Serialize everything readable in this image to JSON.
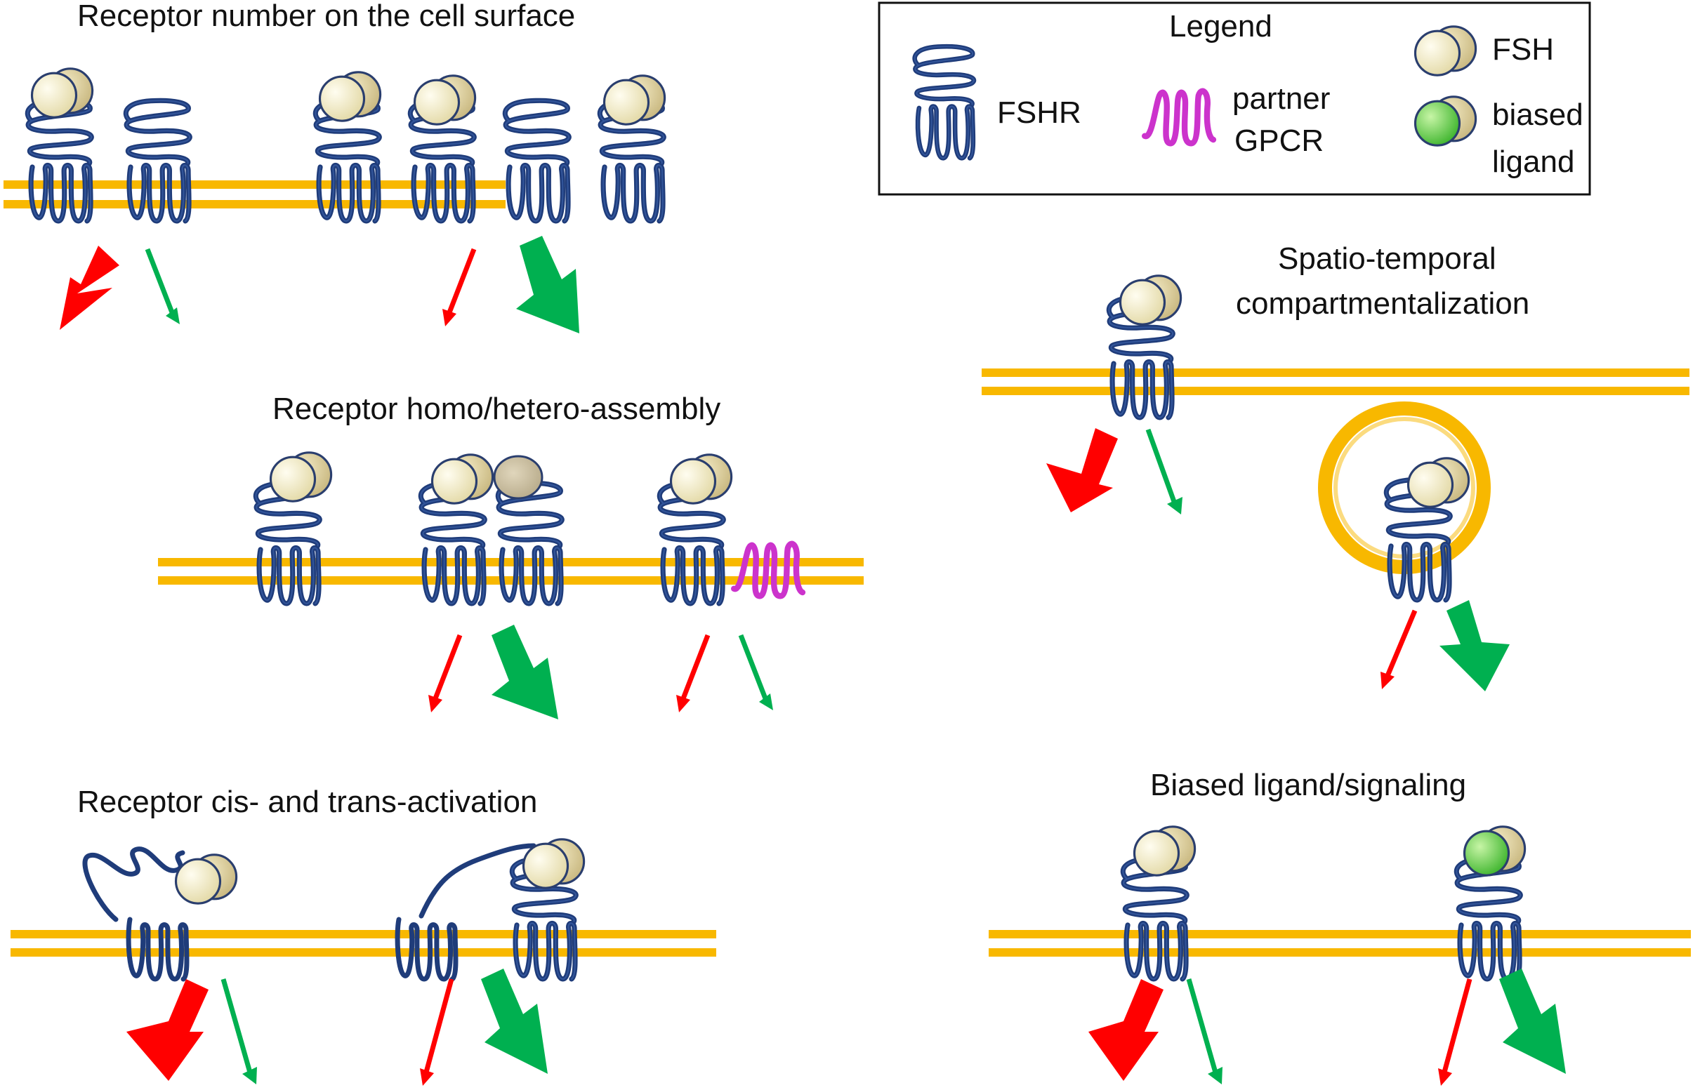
{
  "panels": {
    "receptor_number": {
      "title": "Receptor number on the cell surface"
    },
    "homo_hetero": {
      "title": "Receptor homo/hetero-assembly"
    },
    "cis_trans": {
      "title": "Receptor cis- and trans-activation"
    },
    "compartment": {
      "title_line1": "Spatio-temporal",
      "title_line2": "compartmentalization"
    },
    "biased": {
      "title": "Biased ligand/signaling"
    }
  },
  "legend": {
    "title": "Legend",
    "fshr": "FSHR",
    "partner_line1": "partner",
    "partner_line2": "GPCR",
    "fsh": "FSH",
    "biased_line1": "biased",
    "biased_line2": "ligand"
  },
  "icons": {
    "receptor": "fshr-receptor-icon",
    "partner": "partner-gpcr-icon",
    "ligand": "fsh-ligand-icon",
    "biased_ligand": "biased-ligand-icon",
    "signal_red": "red-signal-arrow",
    "signal_green": "green-signal-arrow"
  },
  "colors": {
    "membrane": "#f8b800",
    "receptor": "#1f3c7a",
    "partner": "#cc33cc",
    "fsh": "#f2ecc6",
    "biased_ligand": "#7ed957",
    "red_arrow": "#ff0000",
    "green_arrow": "#00b050"
  }
}
